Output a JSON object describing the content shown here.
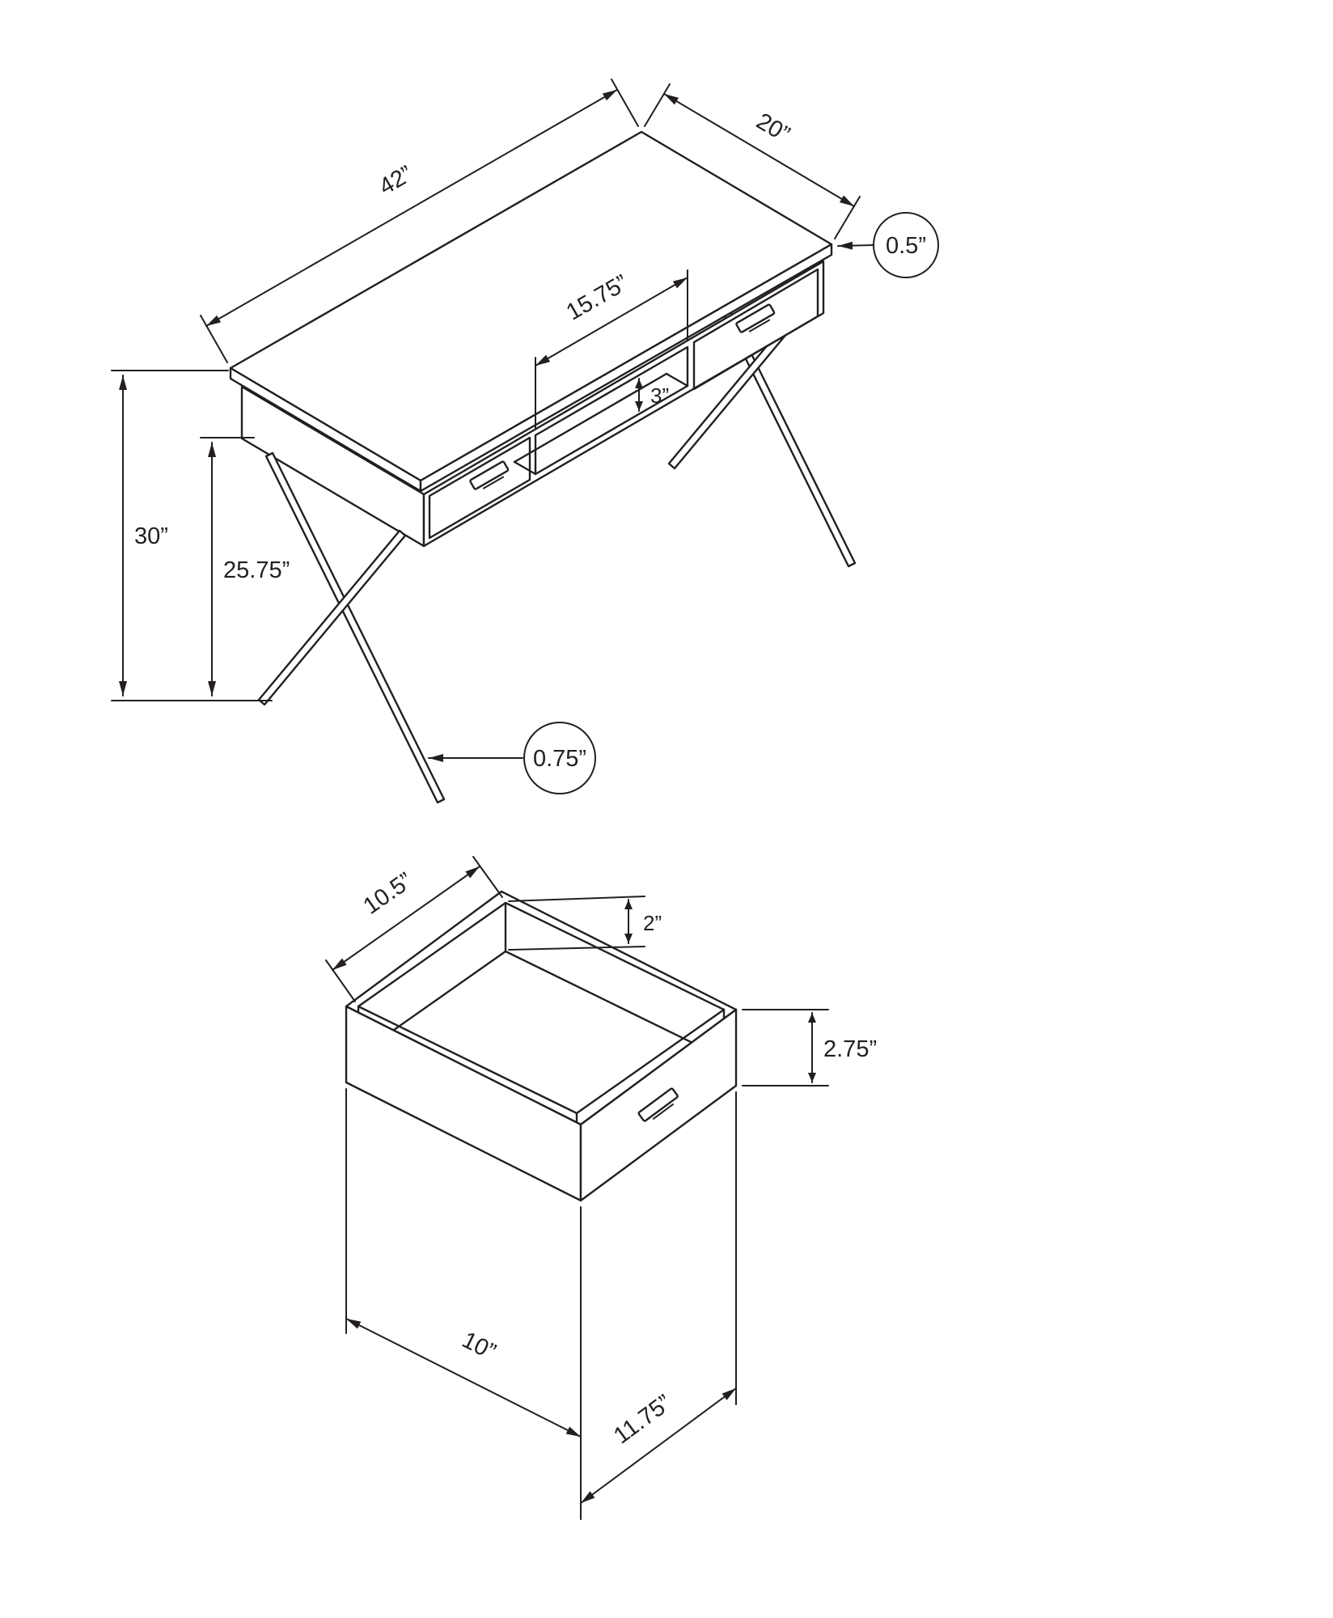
{
  "desk": {
    "length": "42”",
    "depth": "20”",
    "top_thickness": "0.5”",
    "cubby_width": "15.75”",
    "cubby_height": "3”",
    "height": "30”",
    "clearance": "25.75”",
    "leg_diameter": "0.75”"
  },
  "drawer": {
    "inner_width": "10.5”",
    "inner_depth": "2”",
    "height": "2.75”",
    "depth": "10”",
    "width": "11.75”"
  },
  "colors": {
    "line": "#231f20",
    "background": "#ffffff"
  }
}
